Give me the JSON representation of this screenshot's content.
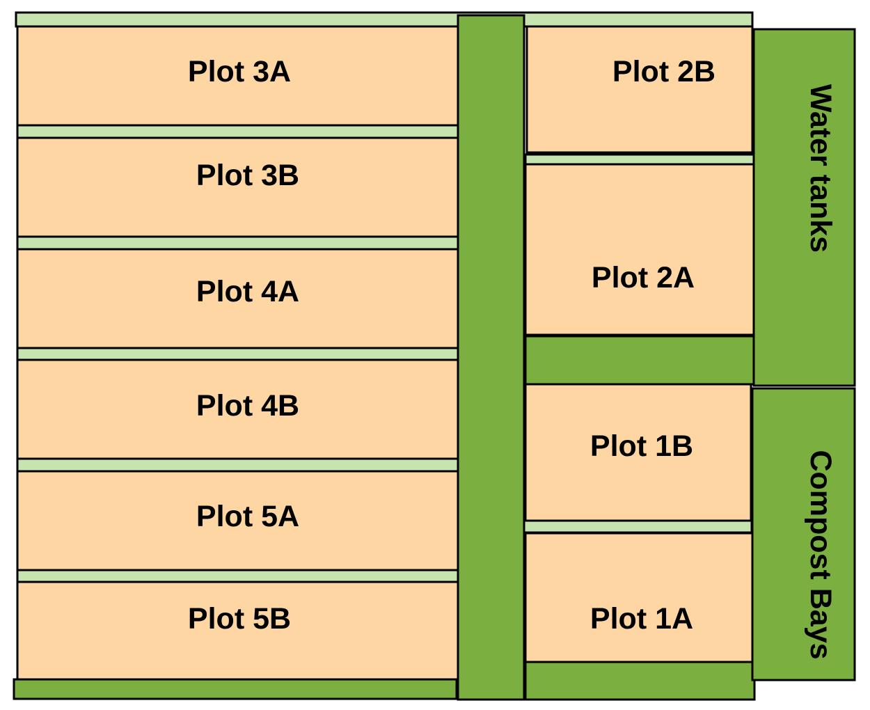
{
  "colors": {
    "plot_fill": "#fdd6a3",
    "path_light": "#c6e3b0",
    "path_dark": "#7bb041",
    "outline": "#000000"
  },
  "plots": {
    "p3a": "Plot 3A",
    "p3b": "Plot 3B",
    "p4a": "Plot 4A",
    "p4b": "Plot 4B",
    "p5a": "Plot 5A",
    "p5b": "Plot 5B",
    "p2b": "Plot 2B",
    "p2a": "Plot 2A",
    "p1b": "Plot 1B",
    "p1a": "Plot 1A"
  },
  "areas": {
    "water_tanks": "Water tanks",
    "compost_bays": "Compost Bays"
  }
}
